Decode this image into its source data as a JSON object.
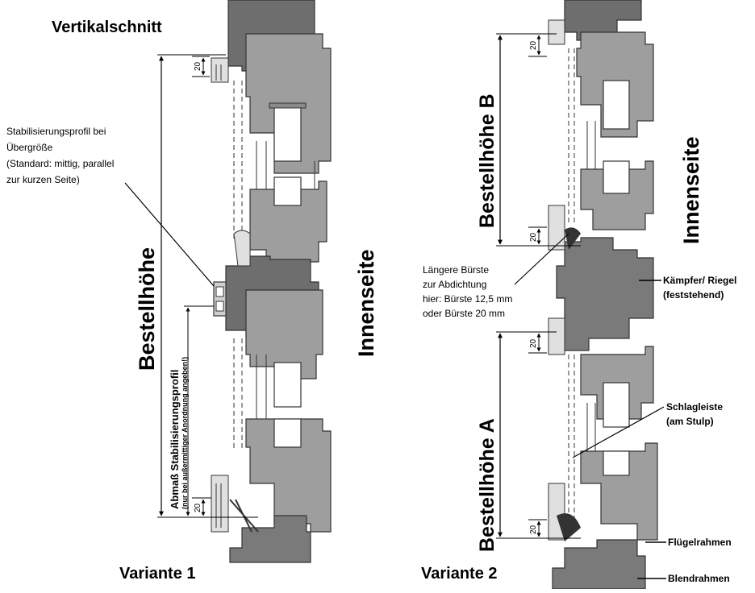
{
  "labels": {
    "title": "Vertikalschnitt",
    "variant1": "Variante 1",
    "variant2": "Variante 2",
    "stab_note": [
      "Stabilisierungsprofil bei",
      "Übergröße",
      "(Standard: mittig, parallel",
      "zur kurzen Seite)"
    ],
    "bestellhoehe": "Bestellhöhe",
    "bestellhoehe_a": "Bestellhöhe A",
    "bestellhoehe_b": "Bestellhöhe B",
    "innenseite": "Innenseite",
    "abmass_title": "Abmaß Stabilisierungsprofil",
    "abmass_note": "(nur bei außermittiger Anordnung angeben!)",
    "brush_note": [
      "Längere Bürste",
      "zur Abdichtung",
      "hier: Bürste 12,5 mm",
      "oder Bürste 20 mm"
    ],
    "kaempfer": [
      "Kämpfer/ Riegel",
      "(feststehend)"
    ],
    "schlagleiste": [
      "Schlagleiste",
      "(am Stulp)"
    ],
    "fluegelrahmen": "Flügelrahmen",
    "blendrahmen": "Blendrahmen",
    "dim_20": "20"
  }
}
